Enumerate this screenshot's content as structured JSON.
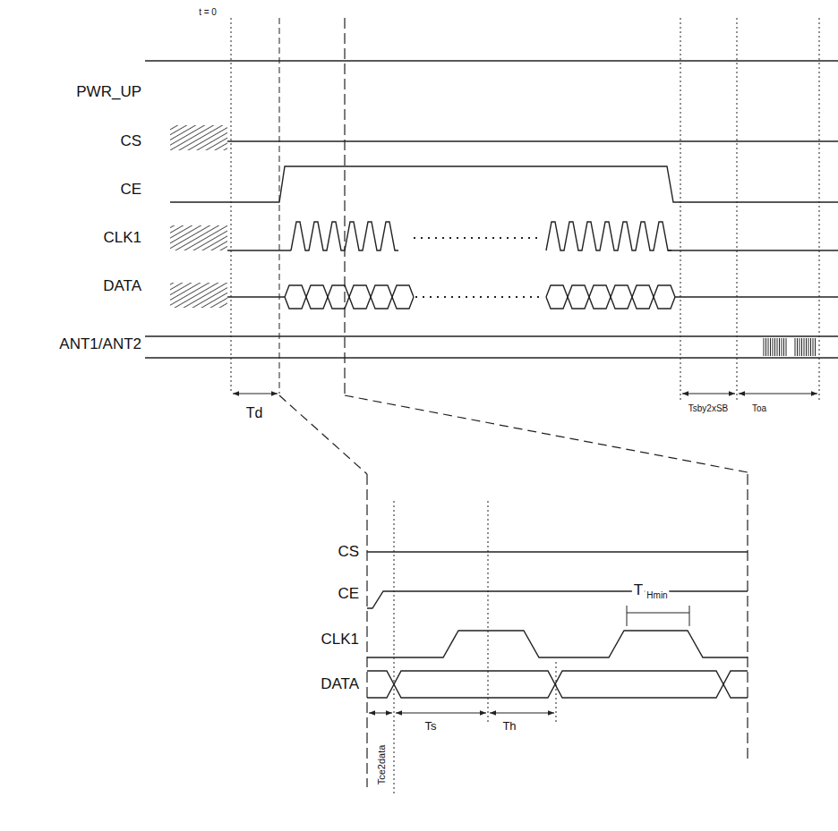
{
  "diagram": {
    "labels": [
      "t = 0",
      "PWR_UP",
      "CS",
      "CE",
      "CLK1",
      "DATA",
      "ANT1/ANT2",
      "Td",
      "Tsby2xSB",
      "Toa",
      "CS",
      "CE",
      "CLK1",
      "DATA",
      "T",
      "Hmin",
      "Ts",
      "Th",
      "Tce2data"
    ]
  }
}
